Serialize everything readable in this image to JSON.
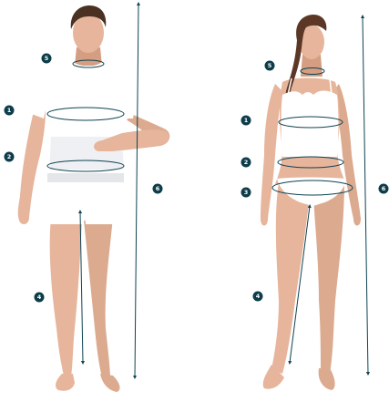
{
  "colors": {
    "skin": "#e6b59b",
    "skin_shadow": "#d59e82",
    "skin_light": "#f0c9b0",
    "hair_man": "#4a3122",
    "hair_woman": "#5c3726",
    "garment": "#ffffff",
    "garment_shade": "#e4e6ea",
    "measure_line": "#0d4252",
    "badge": "#0d3c4a",
    "badge_text": "#ffffff"
  },
  "figures": [
    {
      "name": "man",
      "badges": [
        {
          "id": "neck",
          "label": "5"
        },
        {
          "id": "chest",
          "label": "1"
        },
        {
          "id": "waist",
          "label": "2"
        },
        {
          "id": "inseam",
          "label": "4"
        },
        {
          "id": "height",
          "label": "6"
        }
      ]
    },
    {
      "name": "woman",
      "badges": [
        {
          "id": "neck",
          "label": "5"
        },
        {
          "id": "chest",
          "label": "1"
        },
        {
          "id": "waist",
          "label": "2"
        },
        {
          "id": "hips",
          "label": "3"
        },
        {
          "id": "inseam",
          "label": "4"
        },
        {
          "id": "height",
          "label": "6"
        }
      ]
    }
  ]
}
